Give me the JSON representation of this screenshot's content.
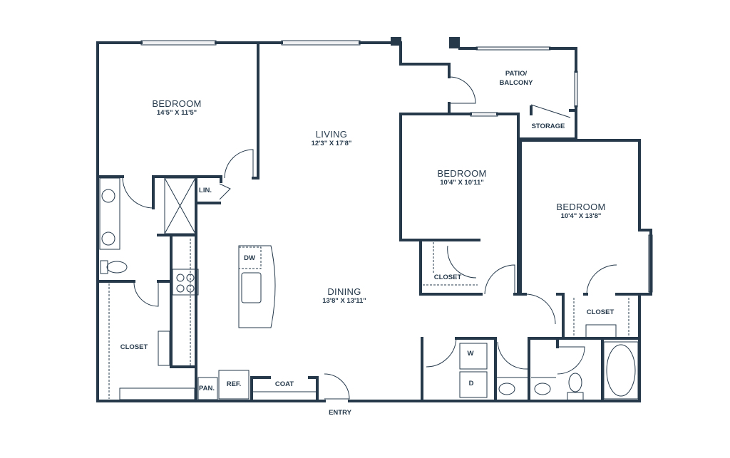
{
  "rooms": {
    "bedroom_1": {
      "name": "BEDROOM",
      "dims": "14'5\" X 11'5\""
    },
    "living": {
      "name": "LIVING",
      "dims": "12'3\" X 17'8\""
    },
    "patio": {
      "name_line1": "PATIO/",
      "name_line2": "BALCONY"
    },
    "storage": {
      "name": "STORAGE"
    },
    "bedroom_2": {
      "name": "BEDROOM",
      "dims": "10'4\" X 10'11\""
    },
    "bedroom_3": {
      "name": "BEDROOM",
      "dims": "10'4\" X 13'8\""
    },
    "dining": {
      "name": "DINING",
      "dims": "13'8\" X 13'11\""
    }
  },
  "fixtures": {
    "linen": "LIN.",
    "dishwasher": "DW",
    "closet_master": "CLOSET",
    "closet_bed2": "CLOSET",
    "closet_bed3": "CLOSET",
    "pantry": "PAN.",
    "refrigerator": "REF.",
    "coat": "COAT",
    "washer": "W",
    "dryer": "D",
    "entry": "ENTRY"
  },
  "colors": {
    "wall": "#25394b"
  }
}
